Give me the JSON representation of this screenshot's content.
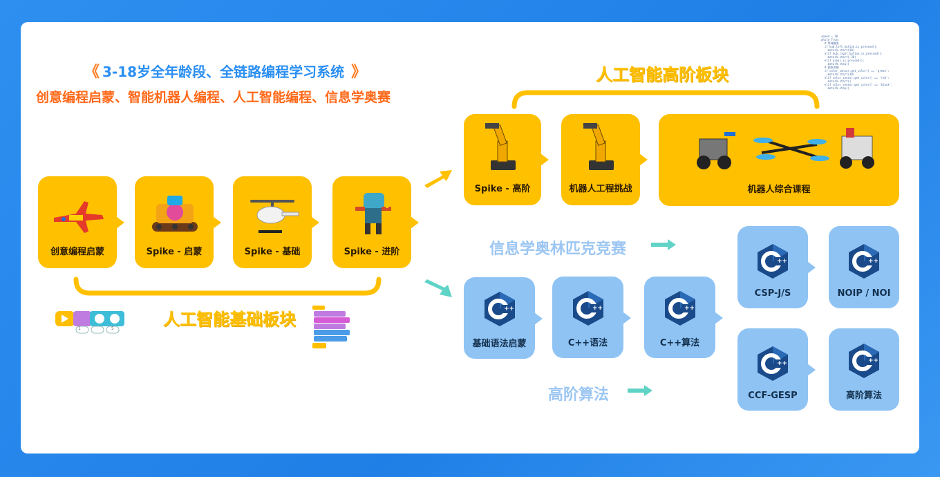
{
  "header": {
    "headline": "3-18岁全年龄段、全链路编程学习系统",
    "chevron_left": "《",
    "chevron_right": "》",
    "subline": "创意编程启蒙、智能机器人编程、人工智能编程、信息学奥赛"
  },
  "sections": {
    "ai_advanced": "人工智能高阶板块",
    "ai_basic": "人工智能基础板块",
    "olympiad": "信息学奥林匹克竞赛",
    "advanced_algo": "高阶算法"
  },
  "basic_track": [
    {
      "label": "创意编程启蒙",
      "icon": "airplane-toy-icon"
    },
    {
      "label": "Spike - 启蒙",
      "icon": "tank-robot-icon"
    },
    {
      "label": "Spike - 基础",
      "icon": "helicopter-icon"
    },
    {
      "label": "Spike - 进阶",
      "icon": "mech-robot-icon"
    }
  ],
  "advanced_track": [
    {
      "label": "Spike - 高阶",
      "icon": "robot-arm-icon"
    },
    {
      "label": "机器人工程挑战",
      "icon": "robot-arm-icon"
    },
    {
      "label": "机器人综合课程",
      "icon": "vex-robots-icon"
    }
  ],
  "cpp_track": [
    {
      "label": "基础语法启蒙"
    },
    {
      "label": "C++语法"
    },
    {
      "label": "C++算法"
    }
  ],
  "competition_track": [
    {
      "label": "CSP-J/S"
    },
    {
      "label": "NOIP / NOI"
    },
    {
      "label": "CCF-GESP"
    },
    {
      "label": "高阶算法"
    }
  ],
  "code_snippet": "speed = 30\nwhile True:\n  # 等待触发\n  if hub.left_button.is_pressed():\n    motorA.start(30)\n  elif hub.right_button.is_pressed():\n    motorA.start(-30)\n  elif press.is_pressed():\n    motorA.stop()\n  # 颜色传感\n  if color_sensor.get_color() == 'green':\n    motorA.start(30)\n  elif color_sensor.get_color() == 'red':\n    motorA.start()\n  elif color_sensor.get_color() == 'black':\n    motorA.stop()",
  "scratch_badges": [
    "1",
    "5"
  ],
  "colors": {
    "yellow": "#ffc000",
    "blue_box": "#8fc3f4",
    "accent_blue": "#2b8ff2",
    "accent_orange": "#ff6a1a",
    "arrow_teal": "#5fd3c6",
    "arrow_yellow": "#ffc000"
  }
}
